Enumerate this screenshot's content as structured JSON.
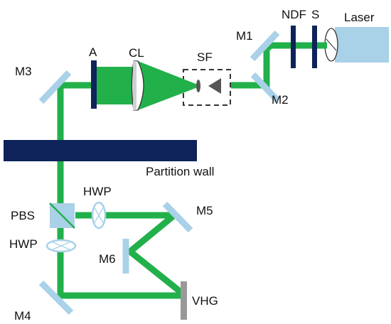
{
  "labels": {
    "laser": "Laser",
    "ndf": "NDF",
    "s": "S",
    "m1": "M1",
    "m2": "M2",
    "sf": "SF",
    "cl": "CL",
    "a": "A",
    "m3": "M3",
    "partition_wall": "Partition wall",
    "hwp_top": "HWP",
    "pbs": "PBS",
    "m5": "M5",
    "hwp_bottom": "HWP",
    "m6": "M6",
    "m4": "M4",
    "vhg": "VHG"
  },
  "colors": {
    "beam": "#22b04b",
    "optic": "#a9d1e8",
    "mount": "#0d2359",
    "wall": "#0d2359",
    "vhg": "#999999"
  }
}
